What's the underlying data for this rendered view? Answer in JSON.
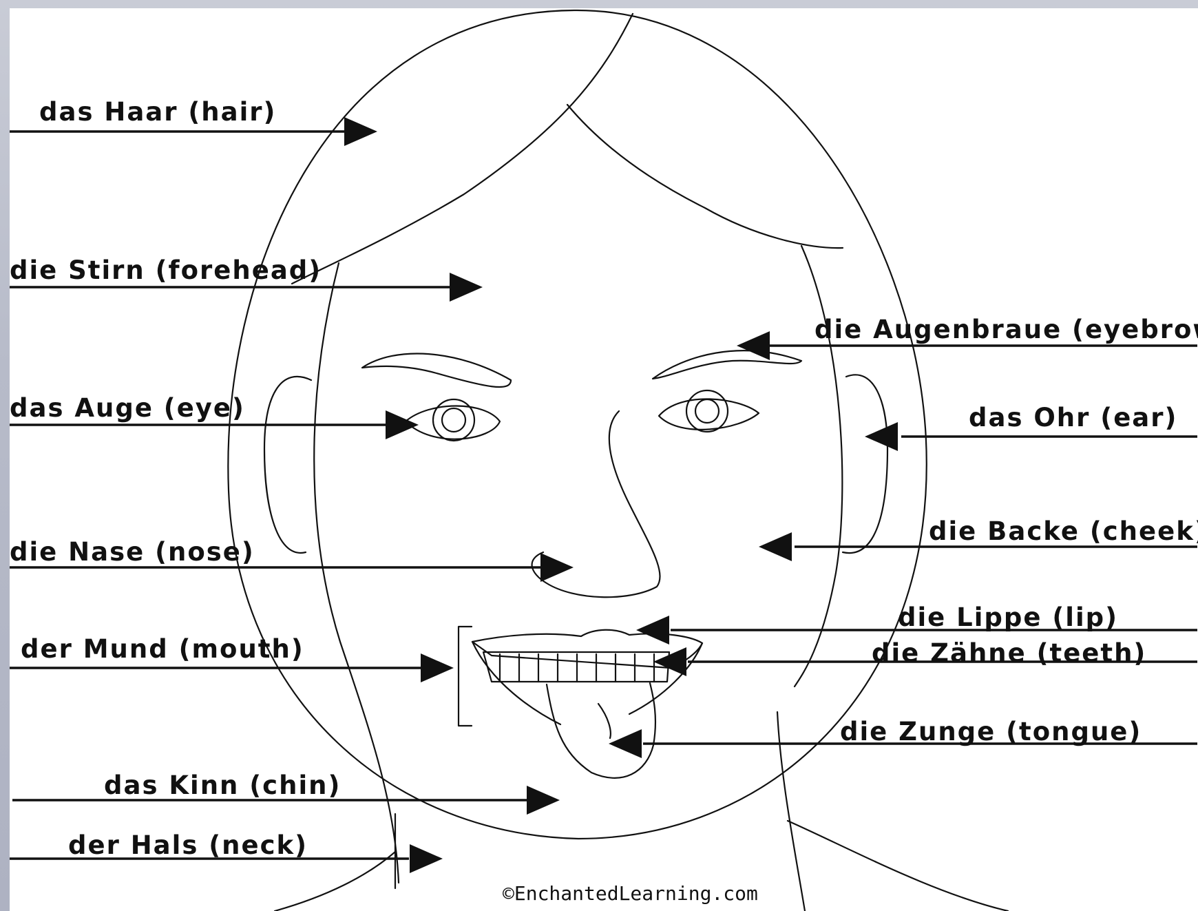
{
  "labels": {
    "hair": "das Haar (hair)",
    "forehead": "die Stirn (forehead)",
    "eye": "das Auge (eye)",
    "nose": "die Nase (nose)",
    "mouth": "der Mund (mouth)",
    "chin": "das Kinn (chin)",
    "neck": "der Hals (neck)",
    "eyebrow": "die Augenbraue (eyebrow)",
    "ear": "das Ohr (ear)",
    "cheek": "die Backe (cheek)",
    "lip": "die Lippe (lip)",
    "teeth": "die Zähne (teeth)",
    "tongue": "die Zunge (tongue)"
  },
  "credit": "©EnchantedLearning.com"
}
